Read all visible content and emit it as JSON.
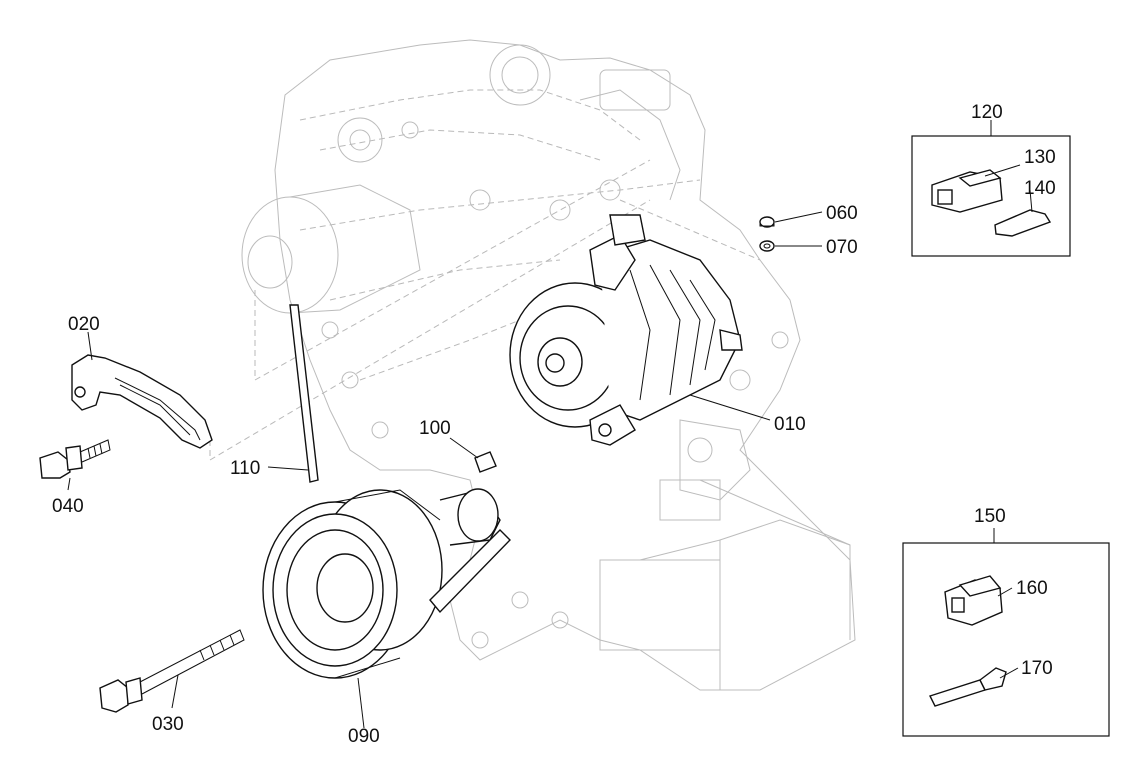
{
  "callouts": {
    "c010": "010",
    "c020": "020",
    "c030": "030",
    "c040": "040",
    "c060": "060",
    "c070": "070",
    "c090": "090",
    "c100": "100",
    "c110": "110",
    "c120": "120",
    "c130": "130",
    "c140": "140",
    "c150": "150",
    "c160": "160",
    "c170": "170"
  }
}
